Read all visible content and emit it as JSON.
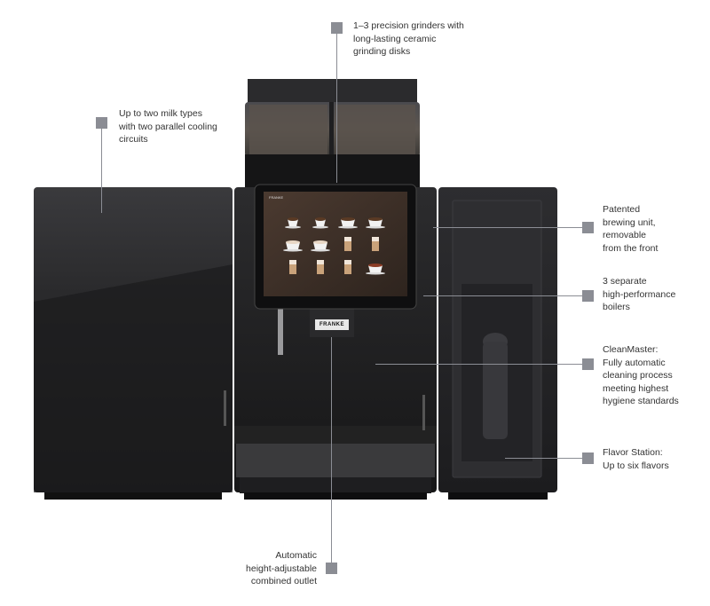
{
  "annotations": {
    "grinders": [
      "1–3 precision grinders with",
      "long-lasting ceramic",
      "grinding disks"
    ],
    "milk": [
      "Up to two milk types",
      "with two parallel cooling",
      "circuits"
    ],
    "brewing_unit": [
      "Patented",
      "brewing unit,",
      "removable",
      "from the front"
    ],
    "boilers": [
      "3 separate",
      "high-performance",
      "boilers"
    ],
    "cleanmaster": [
      "CleanMaster:",
      "Fully automatic",
      "cleaning process",
      "meeting highest",
      "hygiene standards"
    ],
    "flavor": [
      "Flavor Station:",
      "Up to six flavors"
    ],
    "outlet": [
      "Automatic",
      "height-adjustable",
      "combined outlet"
    ]
  },
  "machine": {
    "brand_badge": "FRANKE",
    "screen_header": "FRANKE"
  },
  "colors": {
    "marker": "#8b8d94",
    "leader": "#8b8d94",
    "machine_body": "#1a1a1c"
  },
  "icons": {
    "drinks": [
      "espresso-cup-icon",
      "espresso-cup-icon",
      "coffee-cup-icon",
      "coffee-cup-icon",
      "cappuccino-cup-icon",
      "cappuccino-cup-icon",
      "latte-glass-icon",
      "latte-glass-icon",
      "latte-glass-icon",
      "latte-glass-icon",
      "latte-glass-icon",
      "hot-chocolate-cup-icon"
    ]
  }
}
